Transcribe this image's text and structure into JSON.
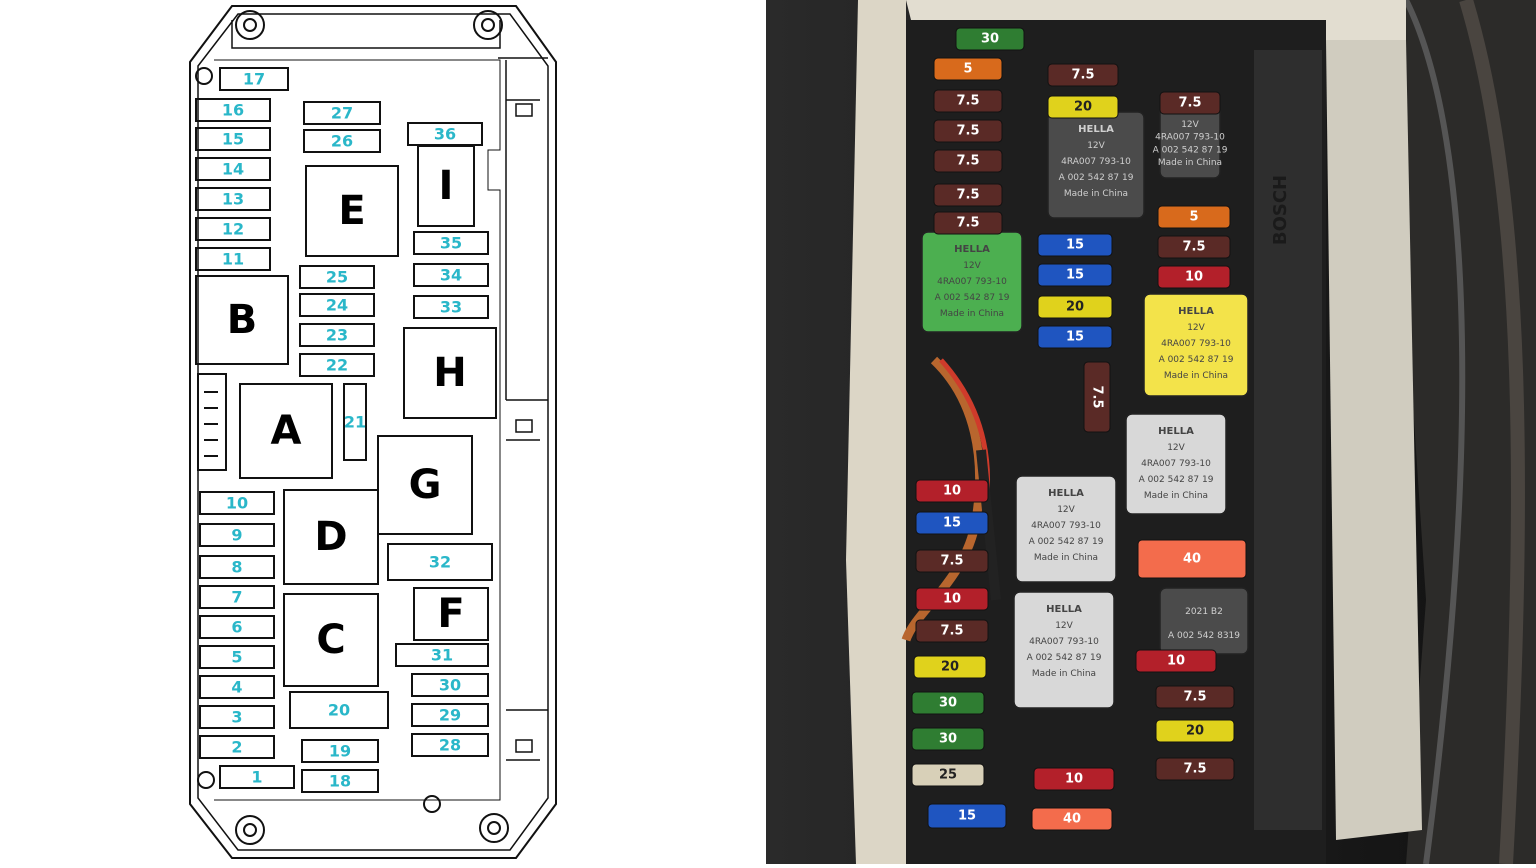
{
  "diagram": {
    "fuses": [
      "1",
      "2",
      "3",
      "4",
      "5",
      "6",
      "7",
      "8",
      "9",
      "10",
      "11",
      "12",
      "13",
      "14",
      "15",
      "16",
      "17",
      "18",
      "19",
      "20",
      "21",
      "22",
      "23",
      "24",
      "25",
      "26",
      "27",
      "28",
      "29",
      "30",
      "31",
      "32",
      "33",
      "34",
      "35",
      "36"
    ],
    "relays": [
      "A",
      "B",
      "C",
      "D",
      "E",
      "F",
      "G",
      "H",
      "I"
    ]
  },
  "photo": {
    "brand": "BOSCH",
    "relay_brand": "HELLA",
    "relay_voltage": "12V",
    "relay_part_a": "4RA007 793-10",
    "relay_part_b": "A 002 542 87 19",
    "relay_origin": "Made in China",
    "relay_part_c": "A 002 542 8319",
    "relay_code": "2021 B2",
    "fuse_values": [
      "30",
      "5",
      "7.5",
      "7.5",
      "7.5",
      "7.5",
      "7.5",
      "7.5",
      "20",
      "7.5",
      "5",
      "7.5",
      "10",
      "15",
      "15",
      "20",
      "15",
      "7.5",
      "10",
      "15",
      "7.5",
      "10",
      "7.5",
      "20",
      "30",
      "30",
      "25",
      "15",
      "10",
      "10",
      "7.5",
      "20",
      "7.5",
      "40",
      "40"
    ]
  },
  "colors": {
    "fuse_label": "#2ab7c9",
    "fuse_5": "#d86a1c",
    "fuse_7_5": "#5a2a26",
    "fuse_10": "#b3202a",
    "fuse_15": "#1f55c0",
    "fuse_20": "#e0d21c",
    "fuse_25": "#d8d0b8",
    "fuse_30": "#2f7d32",
    "fuse_40": "#f36c4c",
    "relay_green": "#4caf50",
    "relay_yellow": "#f3e34a",
    "relay_grey": "#d8d8d8",
    "relay_dark": "#4b4b4b"
  }
}
